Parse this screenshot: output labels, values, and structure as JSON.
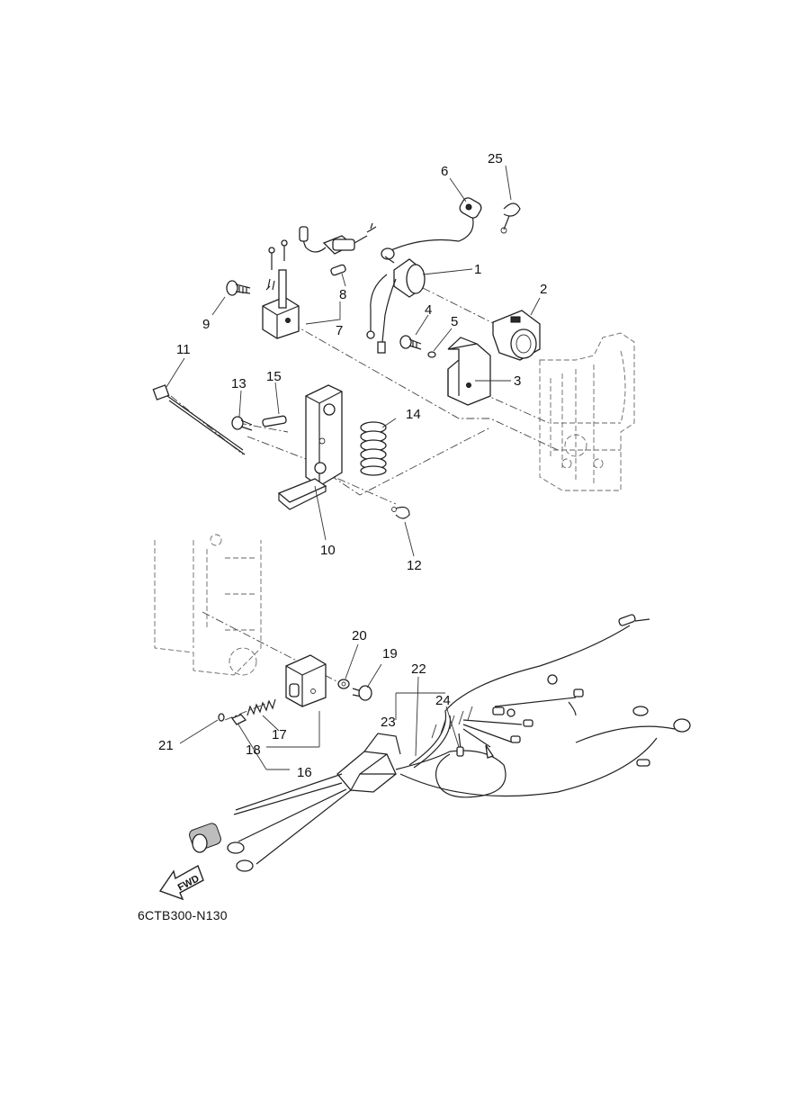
{
  "drawing_code": "6CTB300-N130",
  "fwd_arrow_text": "FWD",
  "callouts": {
    "c1": "1",
    "c2": "2",
    "c3": "3",
    "c4": "4",
    "c5": "5",
    "c6": "6",
    "c7": "7",
    "c8": "8",
    "c9": "9",
    "c10": "10",
    "c11": "11",
    "c12": "12",
    "c13": "13",
    "c14": "14",
    "c15": "15",
    "c16": "16",
    "c17": "17",
    "c18": "18",
    "c19": "19",
    "c20": "20",
    "c21": "21",
    "c22": "22",
    "c23": "23",
    "c24": "24",
    "c25": "25"
  }
}
